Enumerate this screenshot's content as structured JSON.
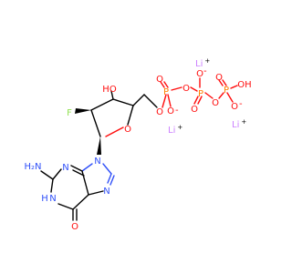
{
  "molecule": {
    "atoms": {
      "O_5ring": {
        "text": "O",
        "color": "#ff0d0d"
      },
      "OH_3": {
        "text": "HO",
        "color": "#ff0d0d"
      },
      "F": {
        "text": "F",
        "color": "#90e050"
      },
      "O_link1": {
        "text": "O",
        "color": "#ff0d0d"
      },
      "P1": {
        "text": "P",
        "color": "#ff8000"
      },
      "O_P1_dbl": {
        "text": "O",
        "color": "#ff0d0d"
      },
      "O_P1_neg": {
        "text": "O",
        "color": "#ff0d0d"
      },
      "O_link2": {
        "text": "O",
        "color": "#ff0d0d"
      },
      "P2": {
        "text": "P",
        "color": "#ff8000"
      },
      "O_P2_neg": {
        "text": "O",
        "color": "#ff0d0d"
      },
      "O_P2_dbl": {
        "text": "O",
        "color": "#ff0d0d"
      },
      "O_link3": {
        "text": "O",
        "color": "#ff0d0d"
      },
      "P3": {
        "text": "P",
        "color": "#ff8000"
      },
      "O_P3_dbl": {
        "text": "O",
        "color": "#ff0d0d"
      },
      "OH_P3": {
        "text": "OH",
        "color": "#ff0d0d"
      },
      "O_P3_neg": {
        "text": "O",
        "color": "#ff0d0d"
      },
      "N9": {
        "text": "N",
        "color": "#3050f8"
      },
      "N3": {
        "text": "N",
        "color": "#3050f8"
      },
      "N7": {
        "text": "N",
        "color": "#3050f8"
      },
      "N1": {
        "text": "N",
        "color": "#3050f8"
      },
      "N1_H": {
        "text": "H",
        "color": "#3050f8"
      },
      "NH2": {
        "text": "H₂N",
        "color": "#3050f8"
      },
      "O6": {
        "text": "O",
        "color": "#ff0d0d"
      }
    },
    "charges": {
      "minus": "-",
      "plus": "+"
    },
    "counterions": [
      {
        "text": "Li",
        "charge": "+",
        "color": "#cc80ff"
      },
      {
        "text": "Li",
        "charge": "+",
        "color": "#cc80ff"
      },
      {
        "text": "Li",
        "charge": "+",
        "color": "#cc80ff"
      }
    ]
  }
}
